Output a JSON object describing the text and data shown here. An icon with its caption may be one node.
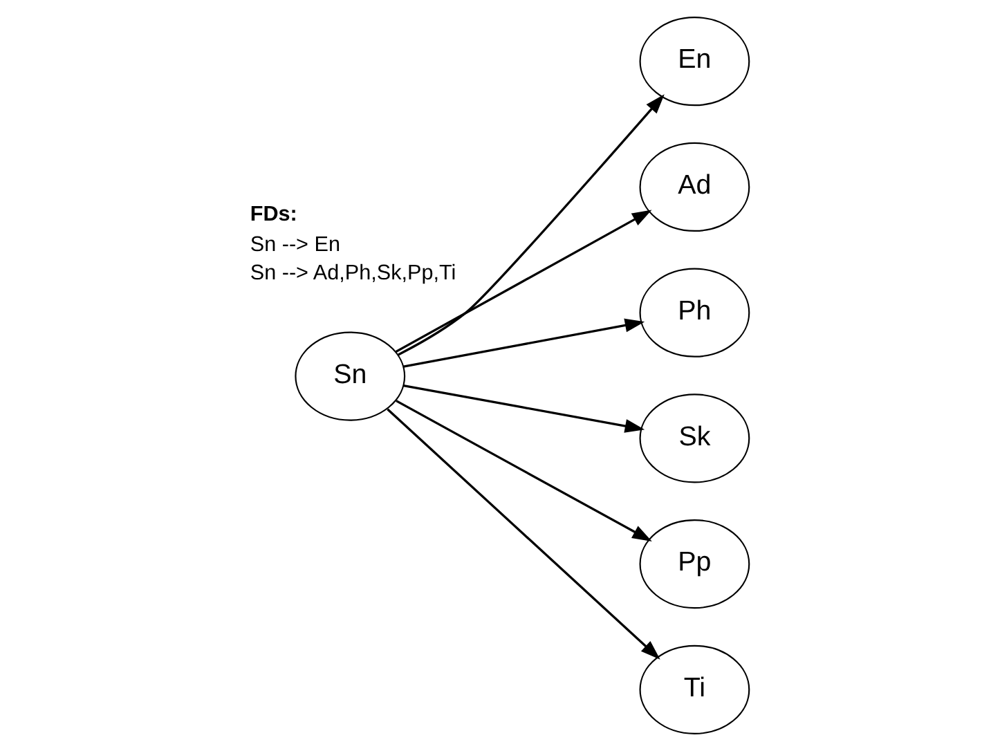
{
  "diagram": {
    "nodes": [
      {
        "text": [
          "En"
        ]
      },
      {
        "text": [
          "Ad"
        ]
      },
      {
        "text": [
          "Ph"
        ]
      },
      {
        "text": [
          "Sn"
        ]
      },
      {
        "text": [
          "Sk"
        ]
      },
      {
        "text": [
          "Pp"
        ]
      },
      {
        "text": [
          "Ti"
        ]
      }
    ],
    "edges": [
      {
        "from": 3,
        "to": 0,
        "arrow": "to"
      },
      {
        "from": 3,
        "to": 1,
        "arrow": "to"
      },
      {
        "from": 3,
        "to": 2,
        "arrow": "to"
      },
      {
        "from": 3,
        "to": 4,
        "arrow": "to"
      },
      {
        "from": 3,
        "to": 5,
        "arrow": "to"
      },
      {
        "from": 3,
        "to": 6,
        "arrow": "to"
      }
    ],
    "labels": [
      "FDs:",
      "Sn --> En",
      "Sn --> Ad,Ph,Sk,Pp,Ti"
    ]
  }
}
